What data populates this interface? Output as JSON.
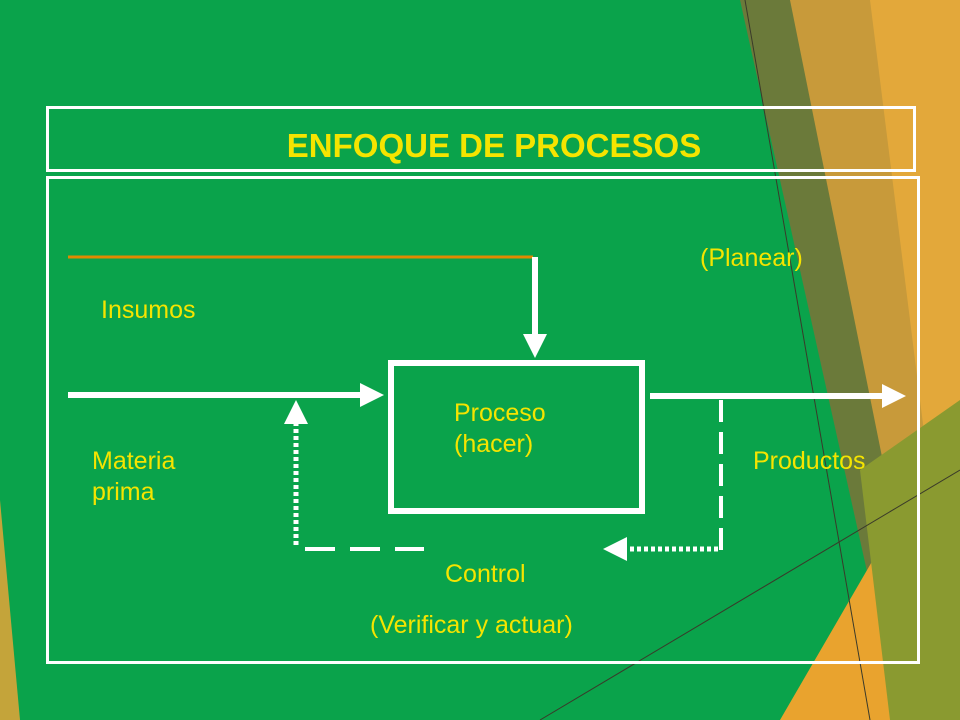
{
  "title": "ENFOQUE DE PROCESOS",
  "labels": {
    "planear": "(Planear)",
    "insumos": "Insumos",
    "proceso": "Proceso\n(hacer)",
    "materia_prima": "Materia\nprima",
    "productos": "Productos",
    "control": "Control",
    "verificar": "(Verificar y actuar)"
  },
  "colors": {
    "background": "#0aa34b",
    "text": "#f5e400",
    "lines": "#ffffff",
    "insumos_line": "#e08a00"
  }
}
